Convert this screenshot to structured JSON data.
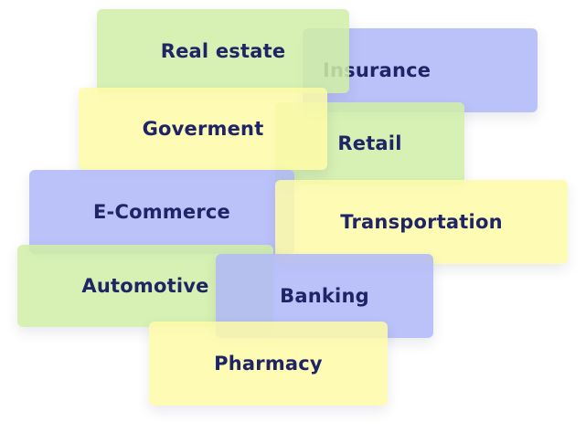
{
  "categories": {
    "real_estate": {
      "label": "Real estate",
      "color": "#d0eea6"
    },
    "insurance": {
      "label": "Insurance",
      "color": "#b0b8f8"
    },
    "goverment": {
      "label": "Goverment",
      "color": "#fdfaa8"
    },
    "retail": {
      "label": "Retail",
      "color": "#d0eea6"
    },
    "ecommerce": {
      "label": "E-Commerce",
      "color": "#b0b8f8"
    },
    "transportation": {
      "label": "Transportation",
      "color": "#fdfaa8"
    },
    "automotive": {
      "label": "Automotive",
      "color": "#d0eea6"
    },
    "banking": {
      "label": "Banking",
      "color": "#b0b8f8"
    },
    "pharmacy": {
      "label": "Pharmacy",
      "color": "#fdfaa8"
    }
  },
  "text_color": "#1e2466"
}
